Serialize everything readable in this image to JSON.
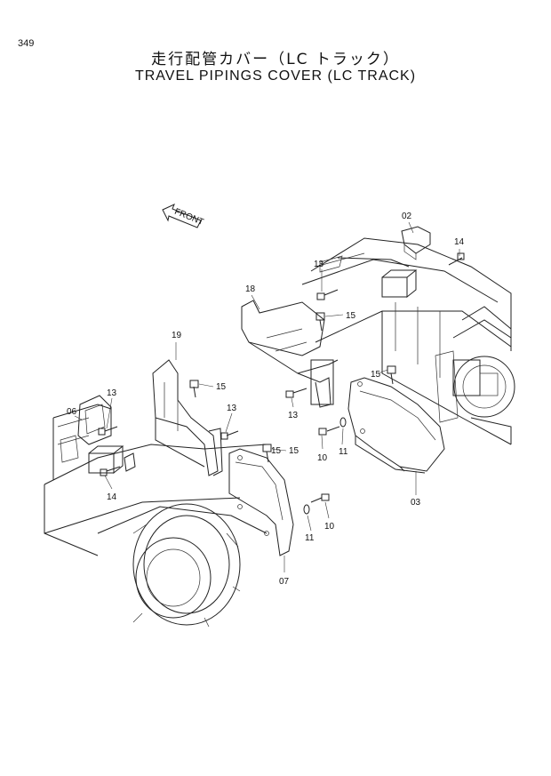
{
  "page_number": "349",
  "title_jp": "走行配管カバー（LC トラック）",
  "title_en": "TRAVEL PIPINGS COVER (LC TRACK)",
  "front_label": "FRONT",
  "callouts": [
    "02",
    "14",
    "13",
    "18",
    "15",
    "15",
    "19",
    "15",
    "13",
    "06",
    "13",
    "13",
    "15",
    "10",
    "11",
    "14",
    "15",
    "03",
    "11",
    "10",
    "07"
  ]
}
